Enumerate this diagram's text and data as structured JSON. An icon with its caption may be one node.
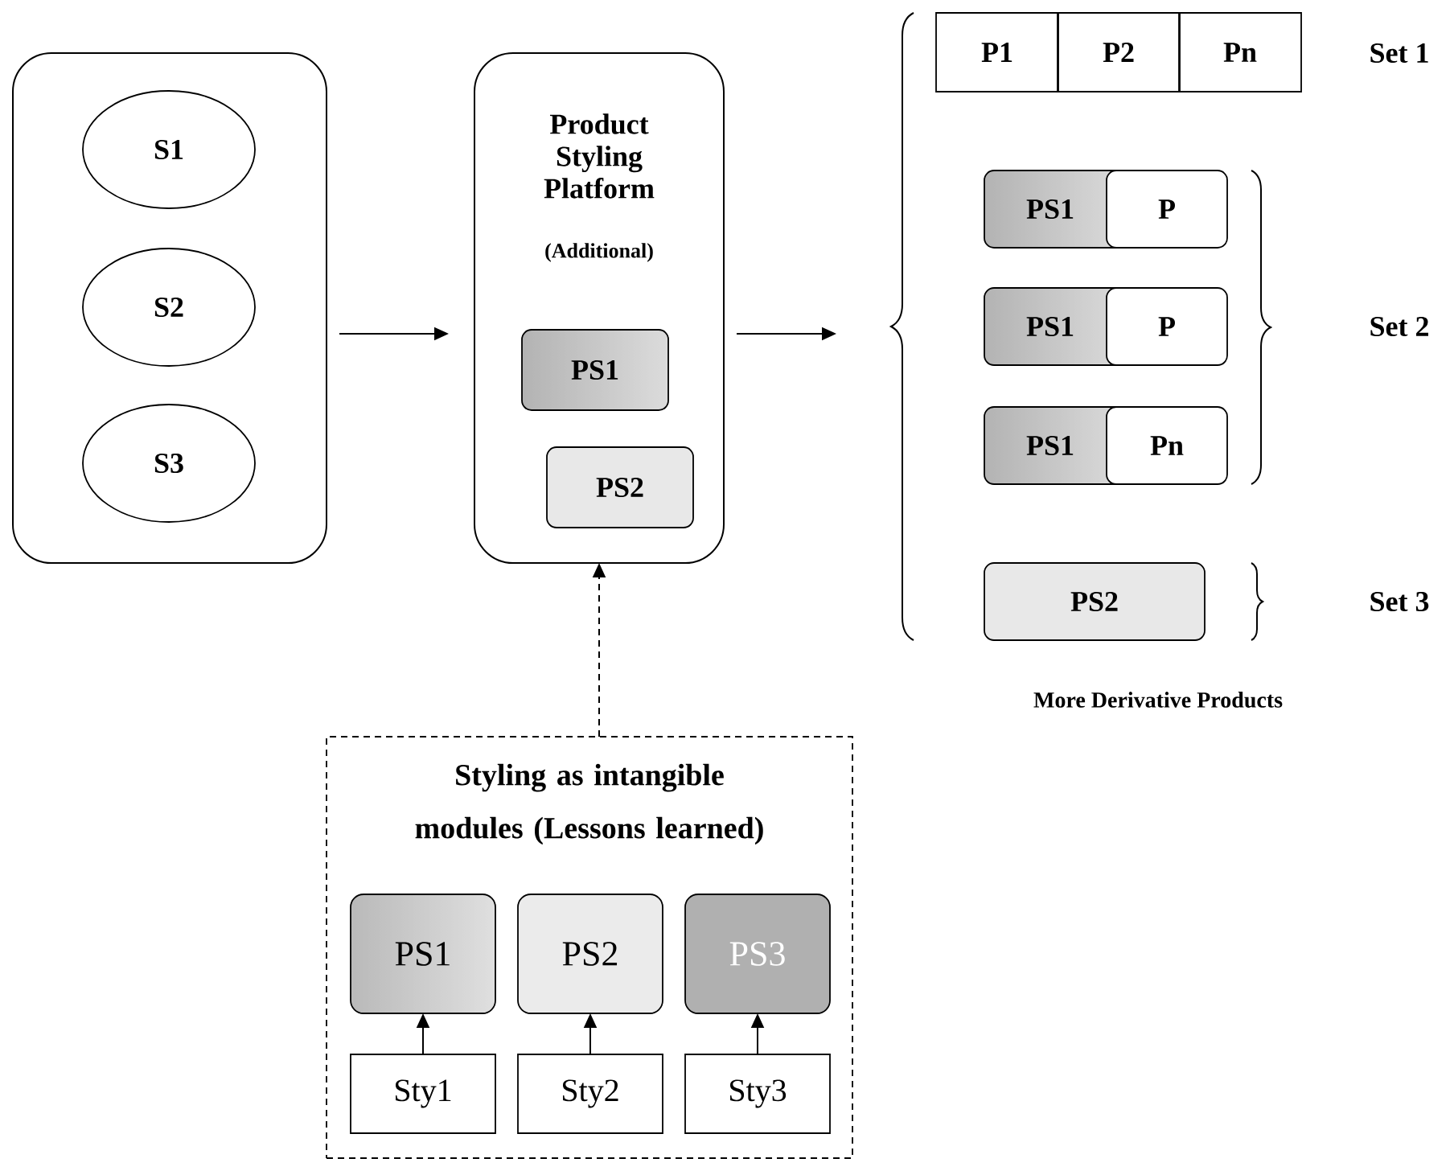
{
  "diagram": {
    "nodes": [
      {
        "text": [],
        "shape": "box"
      },
      {
        "text": [
          "S1"
        ],
        "in": 0
      },
      {
        "text": [
          "S2"
        ],
        "in": 0
      },
      {
        "text": [
          "S3"
        ],
        "in": 0
      },
      {
        "text": [
          "Product Styling Platform",
          "(Additional)"
        ]
      },
      {
        "text": [
          "PS1"
        ],
        "in": 4
      },
      {
        "text": [
          "PS2"
        ],
        "in": 4
      },
      {
        "text": [
          "P1"
        ]
      },
      {
        "text": [
          "P2"
        ]
      },
      {
        "text": [
          "Pn"
        ]
      },
      {
        "text": [
          "PS1"
        ]
      },
      {
        "text": [
          "P"
        ]
      },
      {
        "text": [
          "PS1"
        ]
      },
      {
        "text": [
          "P"
        ]
      },
      {
        "text": [
          "PS1"
        ]
      },
      {
        "text": [
          "Pn"
        ]
      },
      {
        "text": [
          "PS2"
        ]
      },
      {
        "text": [
          "Styling as intangible modules (Lessons learned)"
        ]
      },
      {
        "text": [
          "PS1"
        ],
        "in": 17
      },
      {
        "text": [
          "PS2"
        ],
        "in": 17
      },
      {
        "text": [
          "PS3"
        ],
        "in": 17
      },
      {
        "text": [
          "Sty1"
        ],
        "in": 17
      },
      {
        "text": [
          "Sty2"
        ],
        "in": 17
      },
      {
        "text": [
          "Sty3"
        ],
        "in": 17
      }
    ],
    "edges": [
      {
        "from": 0,
        "to": 4,
        "arrow": "to"
      },
      {
        "from": 4,
        "to": null,
        "arrow": "to"
      },
      {
        "from": 17,
        "to": 4,
        "arrow": "to",
        "style": "dashed"
      },
      {
        "from": 21,
        "to": 18,
        "arrow": "to"
      },
      {
        "from": 22,
        "to": 19,
        "arrow": "to"
      },
      {
        "from": 23,
        "to": 20,
        "arrow": "to"
      }
    ],
    "labels": [
      "Set 1",
      "Set 2",
      "Set 3",
      "More Derivative Products"
    ]
  }
}
